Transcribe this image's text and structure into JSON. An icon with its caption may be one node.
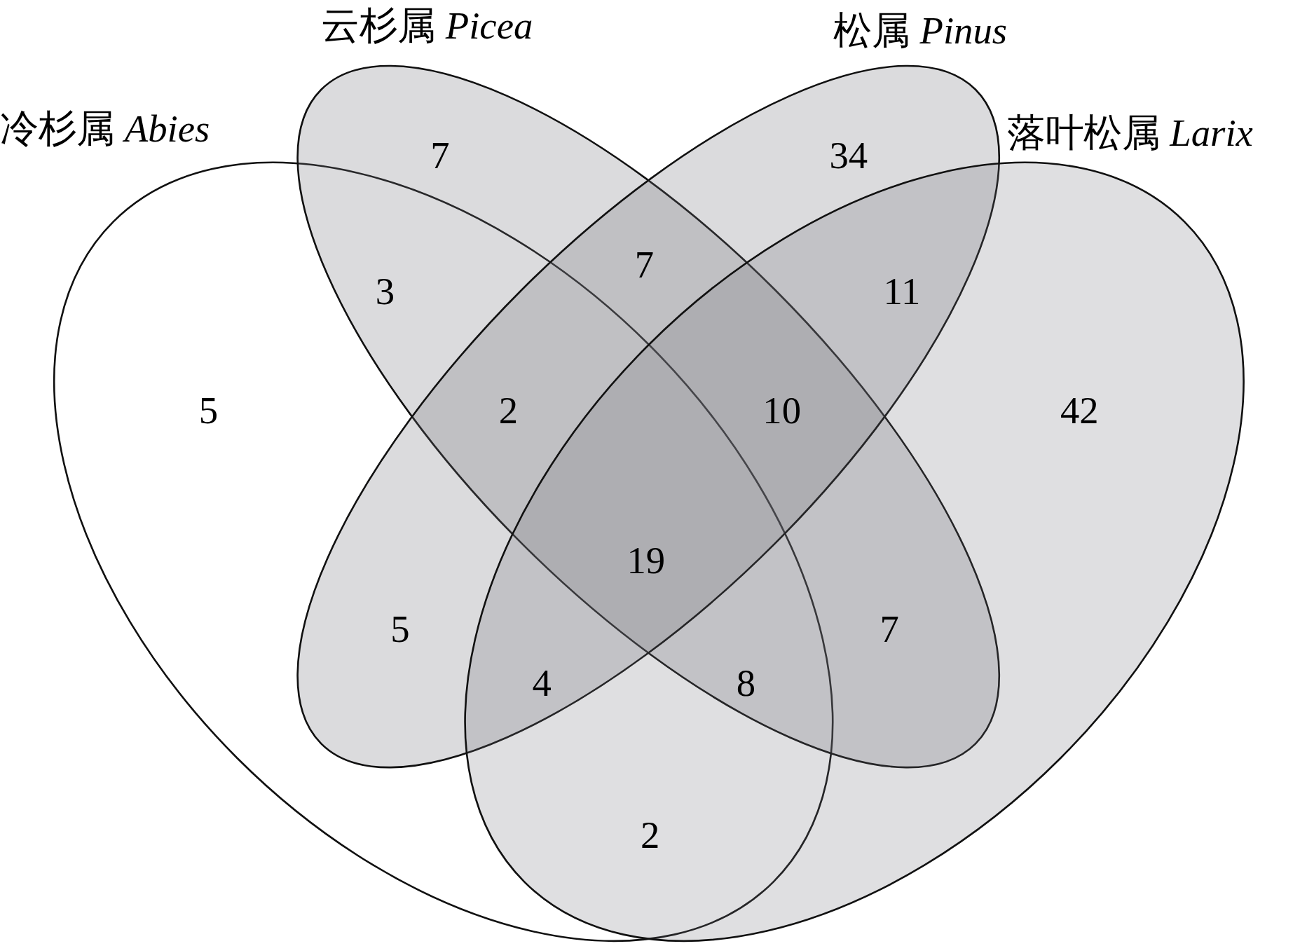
{
  "diagram": {
    "nodes": [
      {
        "text": [
          "冷杉属 *Abies*"
        ]
      },
      {
        "text": [
          "云杉属 *Picea*"
        ]
      },
      {
        "text": [
          "松属 *Pinus*"
        ]
      },
      {
        "text": [
          "落叶松属 *Larix*"
        ]
      }
    ],
    "labels": [
      "7",
      "34",
      "7",
      "3",
      "11",
      "5",
      "2",
      "10",
      "42",
      "19",
      "5",
      "7",
      "4",
      "8",
      "2"
    ]
  }
}
